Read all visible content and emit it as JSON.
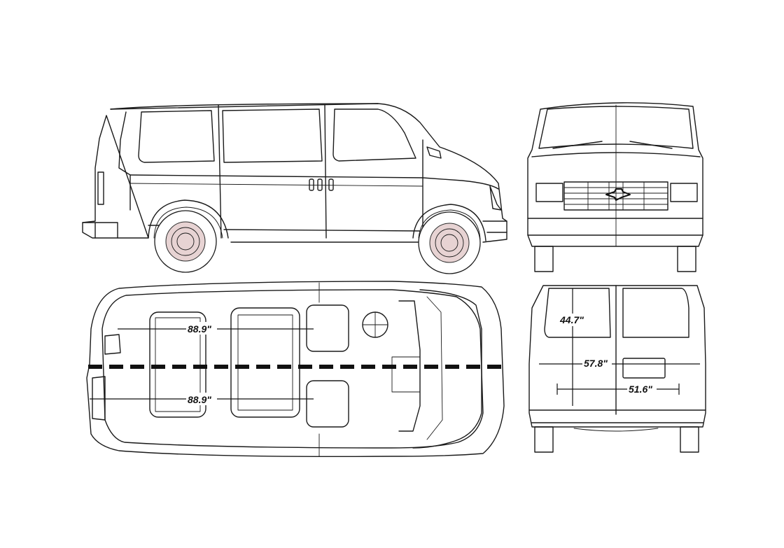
{
  "dimensions": {
    "top_upper": "88.9\"",
    "top_lower": "88.9\"",
    "rear_height": "44.7\"",
    "rear_width_upper": "57.8\"",
    "rear_width_lower": "51.6\""
  },
  "colors": {
    "line": "#1a1a1a",
    "background": "#ffffff",
    "wheel_hub": "#e7d3d3",
    "centerline": "#111111"
  }
}
